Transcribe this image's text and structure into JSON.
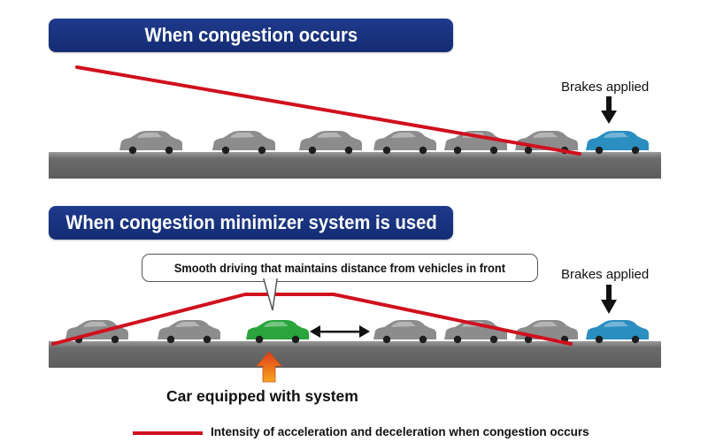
{
  "top": {
    "title": "When congestion occurs",
    "brakes_label": "Brakes applied"
  },
  "bottom": {
    "title": "When congestion minimizer system is used",
    "brakes_label": "Brakes applied",
    "callout": "Smooth driving that maintains distance from vehicles in front",
    "equipped_label": "Car equipped with system"
  },
  "legend": {
    "text": "Intensity of acceleration and deceleration when congestion occurs"
  },
  "colors": {
    "banner": "#1f3a8c",
    "intensity_line": "#d0101e",
    "car_gray": "#8c8c8c",
    "car_blue": "#2a8ec0",
    "car_green": "#2aa53c",
    "road": "#6b6b6b",
    "arrow_orange": "#f07a1a"
  }
}
